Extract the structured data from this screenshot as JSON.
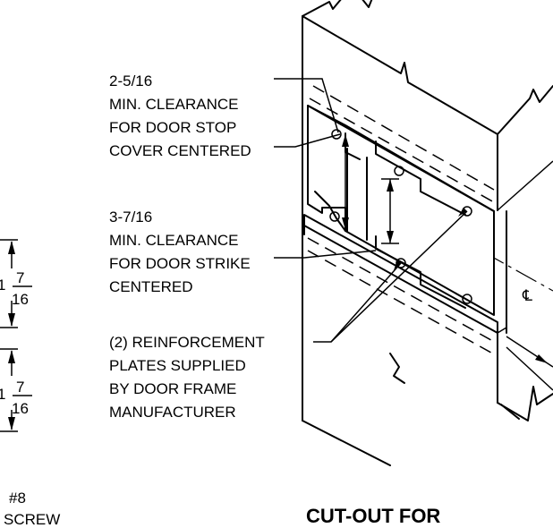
{
  "notes": {
    "stop_clearance": [
      "2-5/16",
      "MIN. CLEARANCE",
      "FOR DOOR STOP",
      "COVER CENTERED"
    ],
    "strike_clearance": [
      "3-7/16",
      "MIN. CLEARANCE",
      "FOR DOOR STRIKE",
      "CENTERED"
    ],
    "reinforcement": [
      "(2) REINFORCEMENT",
      "PLATES SUPPLIED",
      "BY DOOR FRAME",
      "MANUFACTURER"
    ]
  },
  "dimensions": {
    "upper": {
      "whole": "1",
      "num": "7",
      "den": "16"
    },
    "lower": {
      "whole": "1",
      "num": "7",
      "den": "16"
    }
  },
  "screw_label": [
    "#8",
    "SCREW"
  ],
  "title": "CUT-OUT FOR",
  "centerline_symbol": "℄"
}
